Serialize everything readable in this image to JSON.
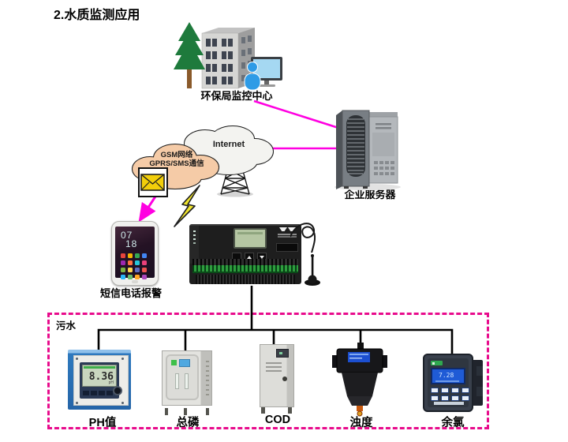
{
  "title": "2.水质监测应用",
  "monitoring_center": {
    "label": "环保局监控中心"
  },
  "network": {
    "gsm_line1": "GSM网络",
    "gsm_line2": "GPRS/SMS通信",
    "internet_label": "Internet"
  },
  "server": {
    "label": "企业服务器"
  },
  "phone": {
    "label": "短信电话报警",
    "clock_hour": "07",
    "clock_minute": "18"
  },
  "sewage_zone": {
    "label": "污水"
  },
  "instruments": [
    {
      "id": "ph-meter",
      "label": "PH值",
      "reading": "8.36",
      "unit": "pH"
    },
    {
      "id": "total-phosphorus",
      "label": "总磷"
    },
    {
      "id": "cod",
      "label": "COD"
    },
    {
      "id": "turbidity",
      "label": "浊度"
    },
    {
      "id": "residual-chlorine",
      "label": "余氯",
      "reading": "7.28"
    }
  ],
  "colors": {
    "connection_magenta": "#FF00E1",
    "zone_border": "#E80B8C",
    "gsm_cloud_fill": "#F5CBA7",
    "internet_cloud_fill": "#F3F3F0",
    "envelope_yellow": "#F2CE0A",
    "lightning_yellow": "#EFE32B",
    "terminal_green": "#2E9E3E",
    "ph_device_blue": "#2E79BE"
  }
}
